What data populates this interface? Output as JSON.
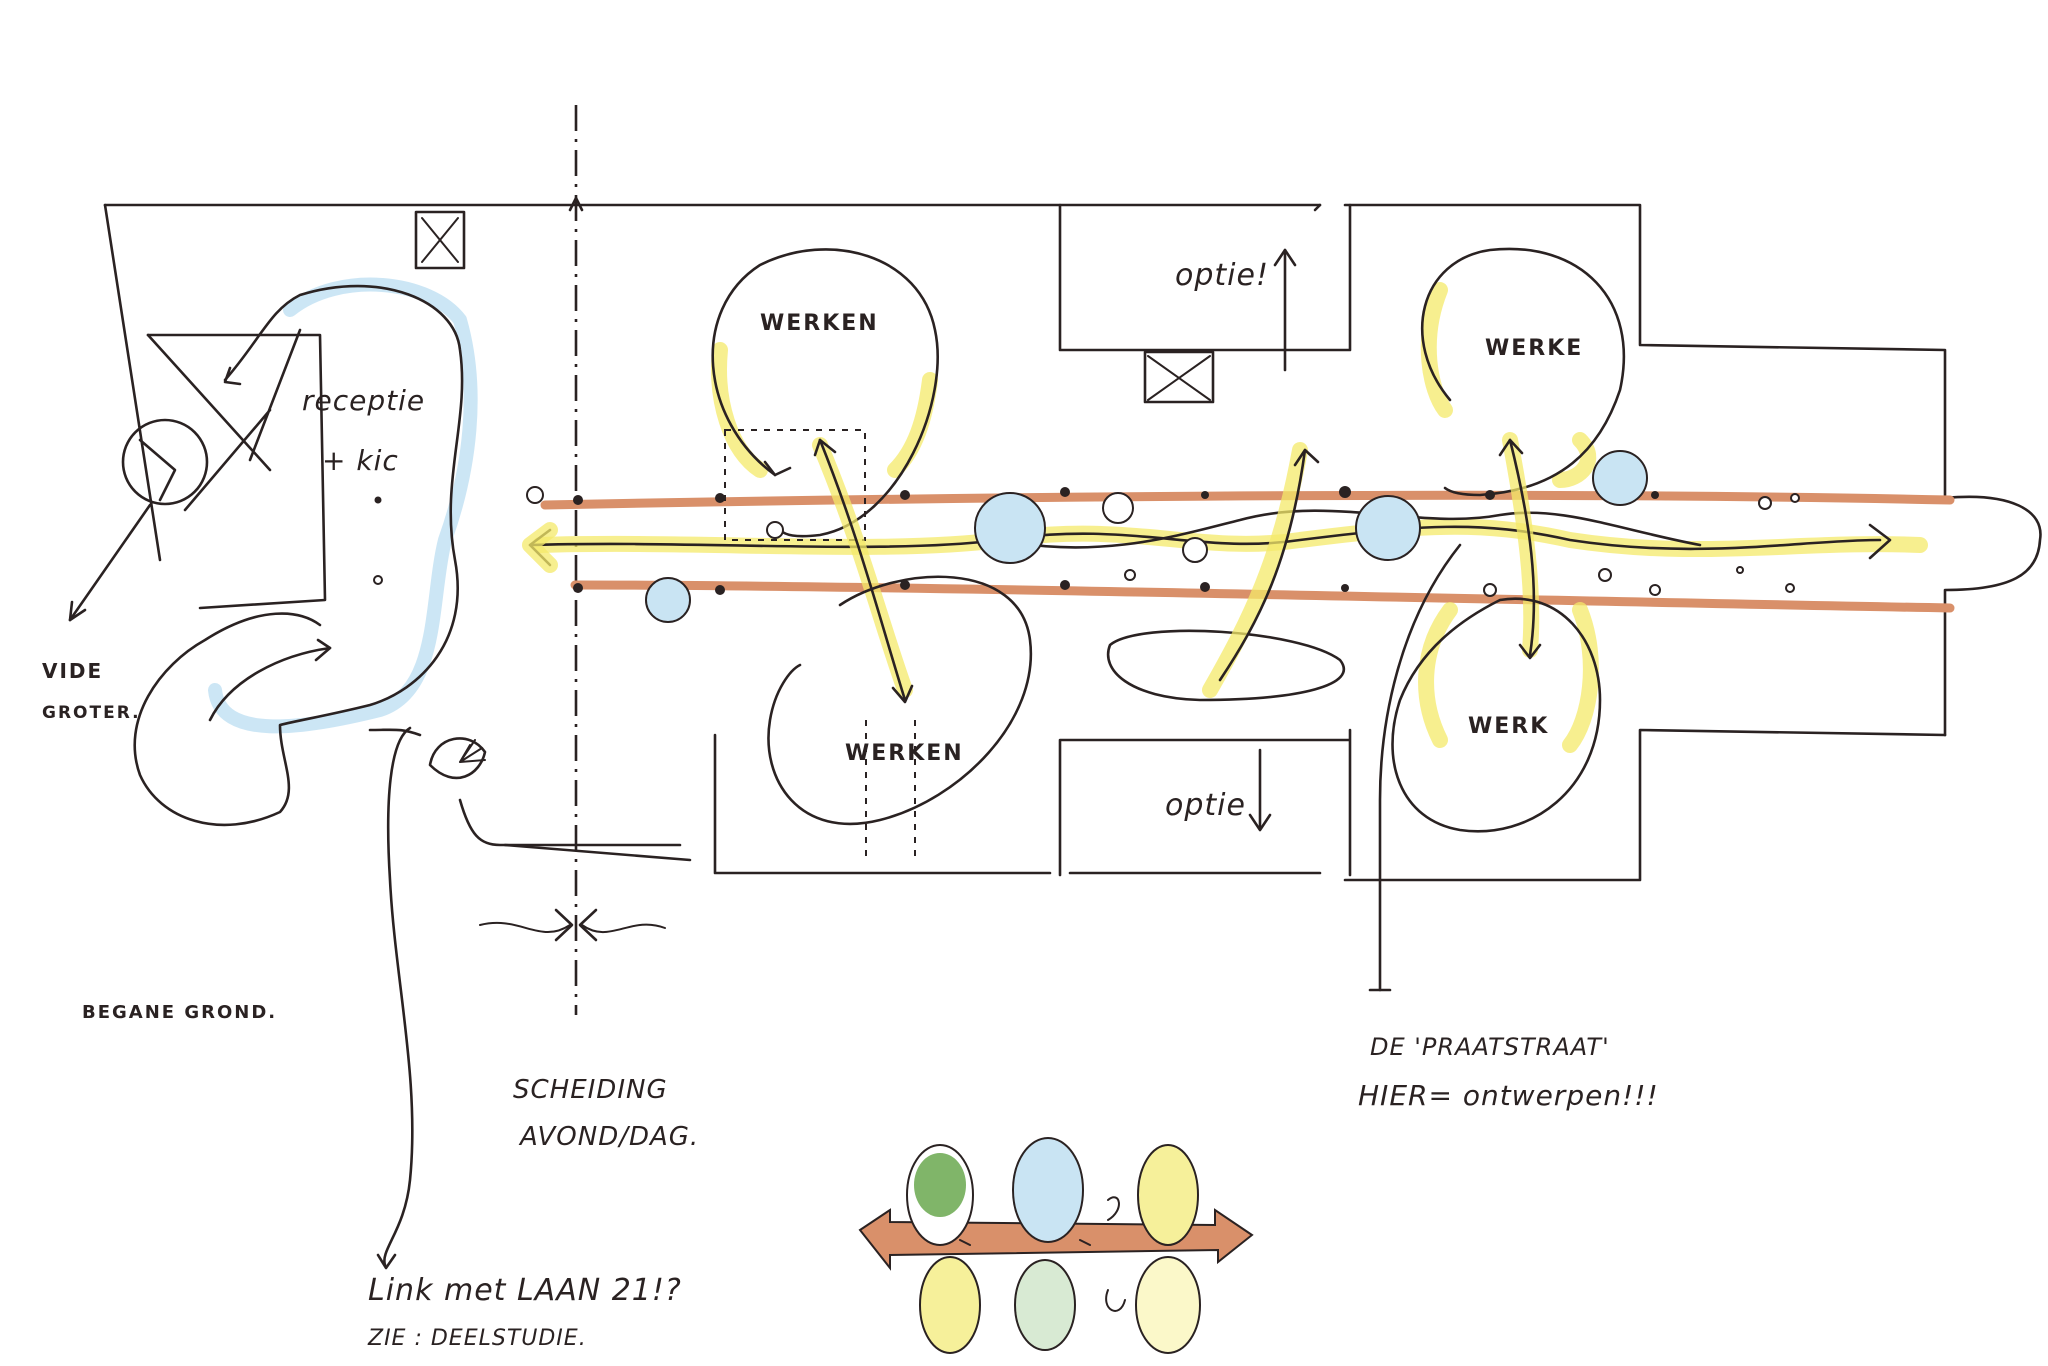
{
  "labels": {
    "werken_1": "WERKEN",
    "werken_2": "WERKEN",
    "werke": "WERKE",
    "werk": "WERK",
    "optie_top": "optie!",
    "optie_bottom": "optie",
    "receptie_1": "receptie",
    "receptie_2": "+ kic",
    "vide_1": "VIDE",
    "vide_2": "GROTER.",
    "begane_grond": "BEGANE GROND.",
    "scheiding_1": "SCHEIDING",
    "scheiding_2": "AVOND/DAG.",
    "praatstraat_1": "DE 'PRAATSTRAAT'",
    "praatstraat_2": "HIER= ontwerpen!!!",
    "link_1": "Link met LAAN 21!?",
    "link_2": "ZIE : DEELSTUDIE."
  },
  "colors": {
    "ink": "#2a2222",
    "yellow": "#f4ea6a",
    "blue": "#bfe0f2",
    "orange": "#d9906a",
    "green": "#6aa84f"
  }
}
